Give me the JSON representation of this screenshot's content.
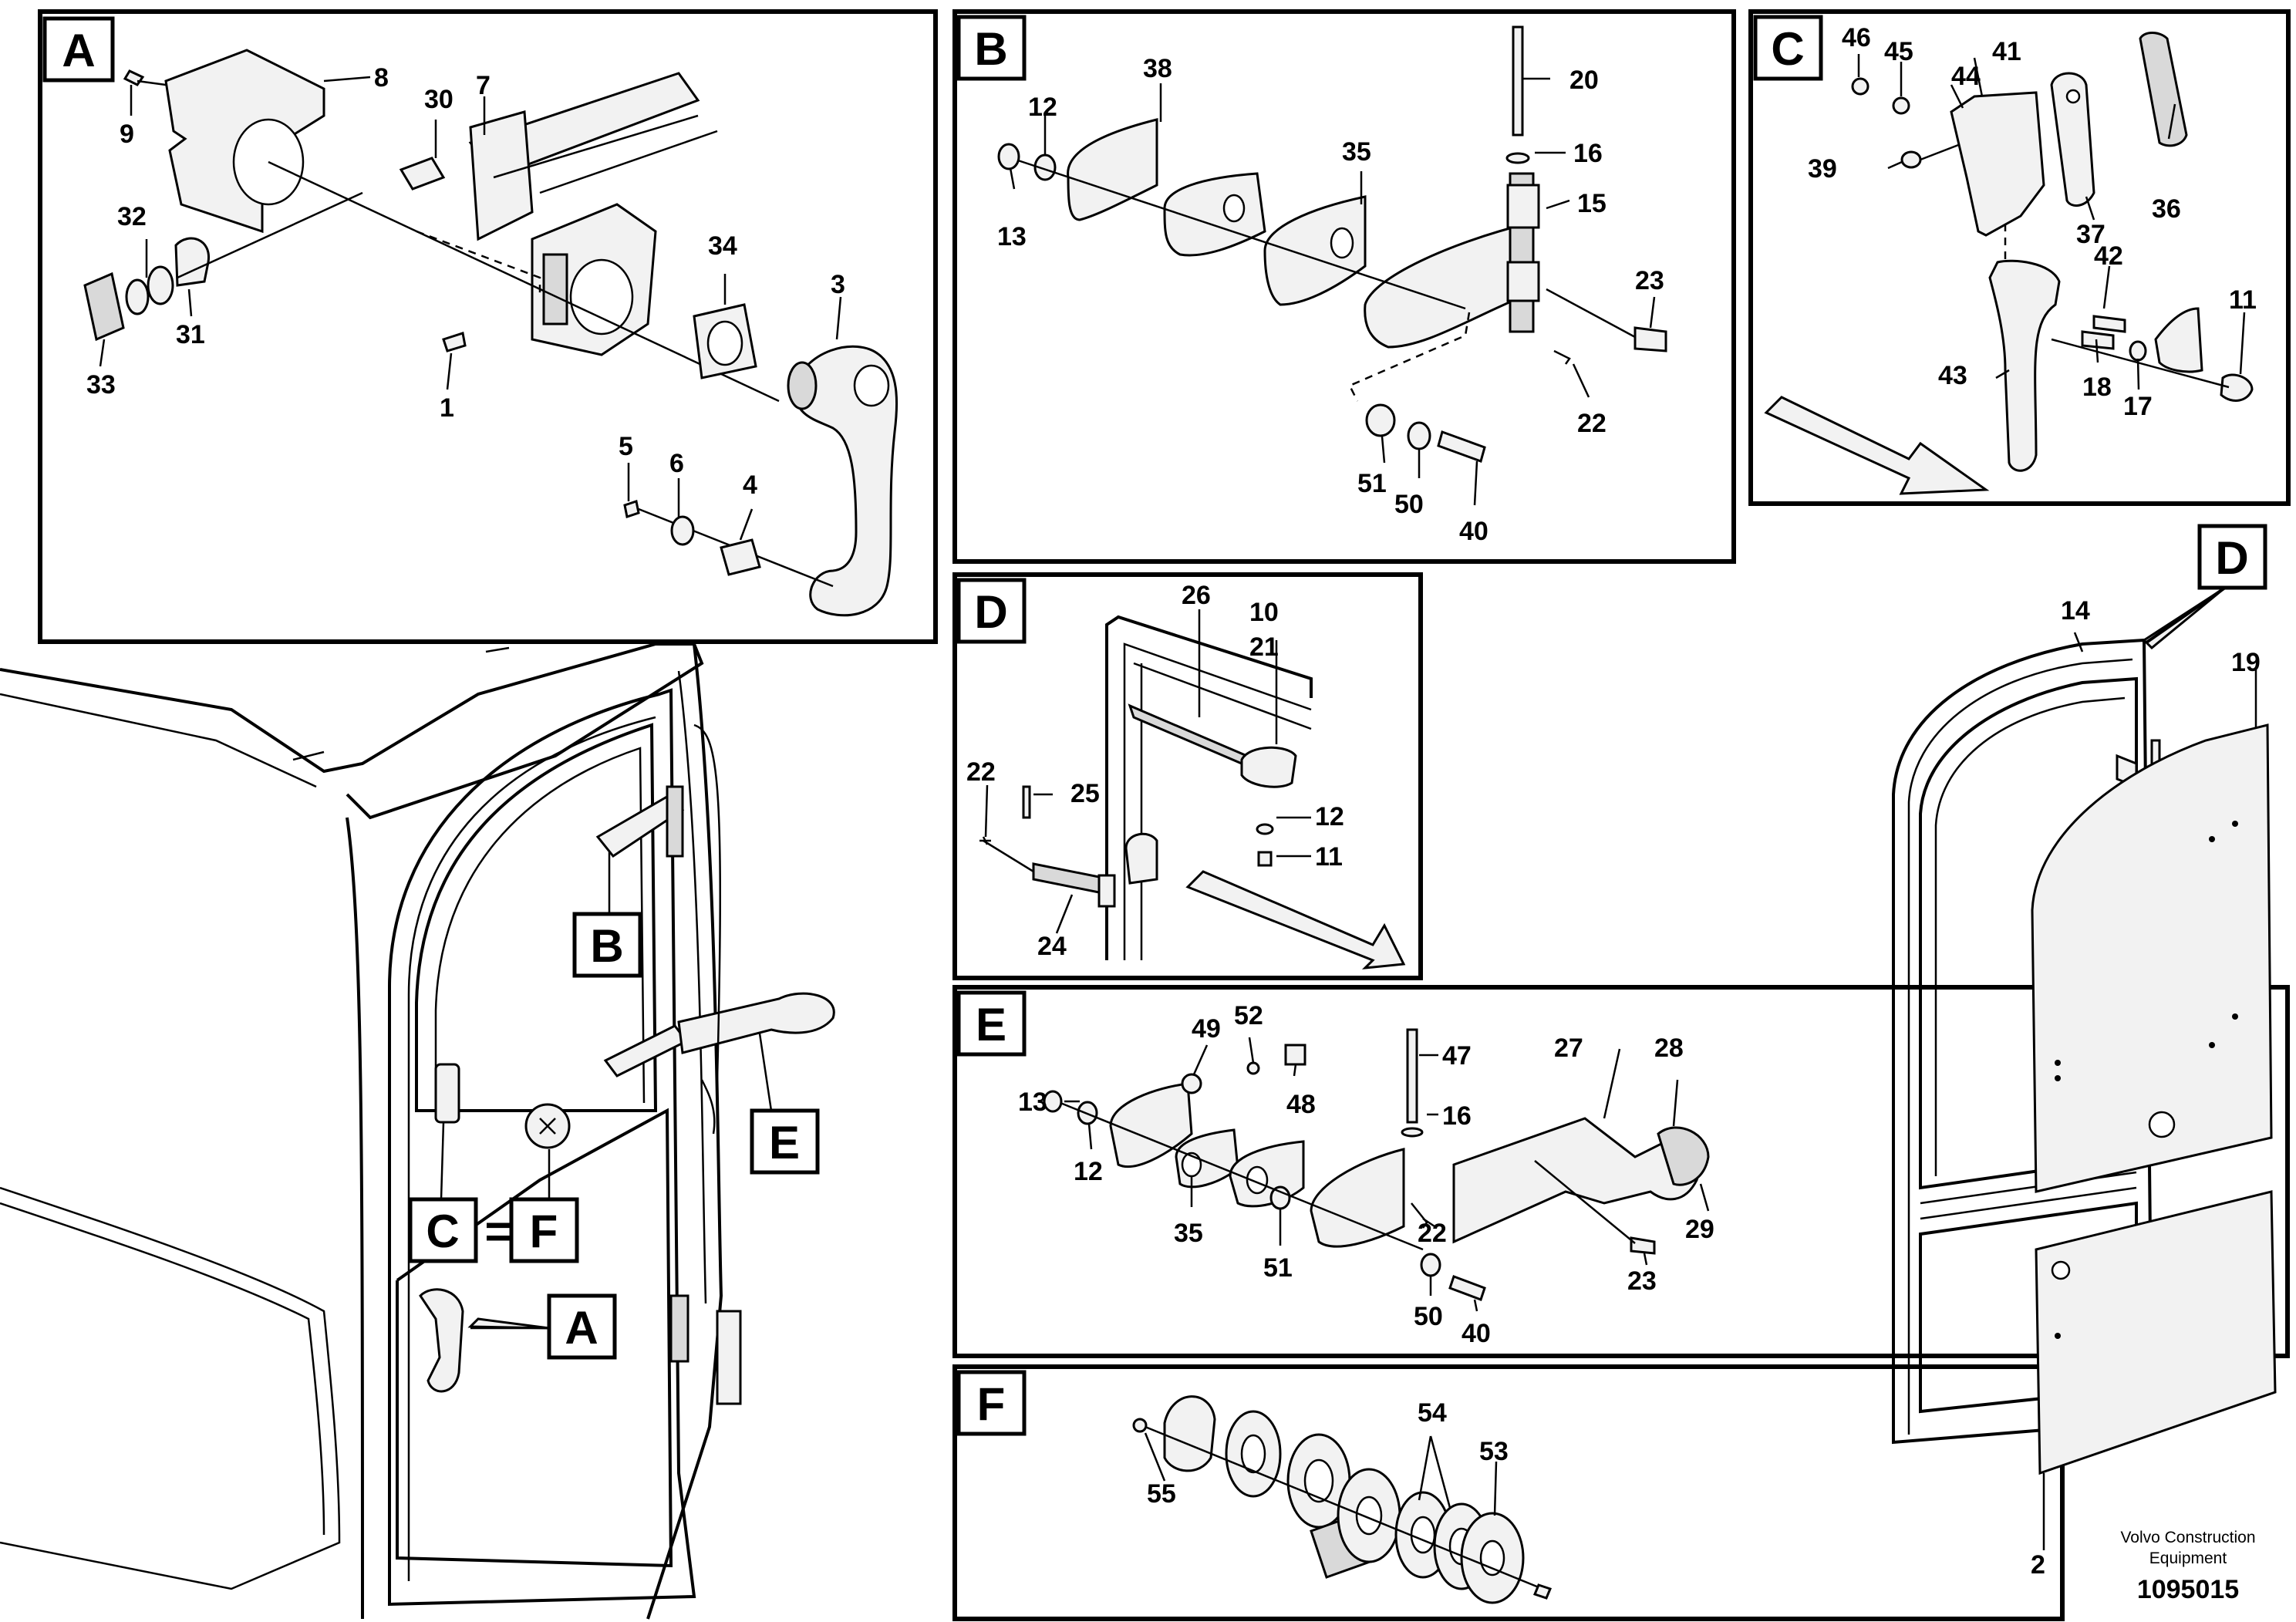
{
  "panels": {
    "A": {
      "tag": "A",
      "callouts": [
        "8",
        "9",
        "30",
        "7",
        "32",
        "31",
        "33",
        "34",
        "3",
        "1",
        "5",
        "6",
        "4"
      ]
    },
    "B": {
      "tag": "B",
      "callouts": [
        "38",
        "12",
        "13",
        "35",
        "20",
        "16",
        "15",
        "23",
        "22",
        "51",
        "50",
        "40"
      ]
    },
    "C": {
      "tag": "C",
      "callouts": [
        "46",
        "45",
        "41",
        "44",
        "39",
        "36",
        "37",
        "42",
        "11",
        "43",
        "18",
        "17"
      ]
    },
    "D": {
      "tag": "D",
      "callouts": [
        "26",
        "10",
        "21",
        "22",
        "25",
        "12",
        "11",
        "24"
      ]
    },
    "E": {
      "tag": "E",
      "callouts": [
        "49",
        "52",
        "47",
        "27",
        "28",
        "13",
        "48",
        "16",
        "12",
        "35",
        "22",
        "29",
        "51",
        "23",
        "50",
        "40"
      ]
    },
    "F": {
      "tag": "F",
      "callouts": [
        "54",
        "53",
        "55"
      ]
    }
  },
  "overview": {
    "tags": {
      "A": "A",
      "B": "B",
      "C": "C",
      "E": "E",
      "F": "F",
      "C_equals": "="
    },
    "door_tag": "D",
    "callouts": [
      "14",
      "19",
      "2"
    ]
  },
  "footer": {
    "company_line1": "Volvo Construction",
    "company_line2": "Equipment",
    "doc_number": "1095015"
  }
}
